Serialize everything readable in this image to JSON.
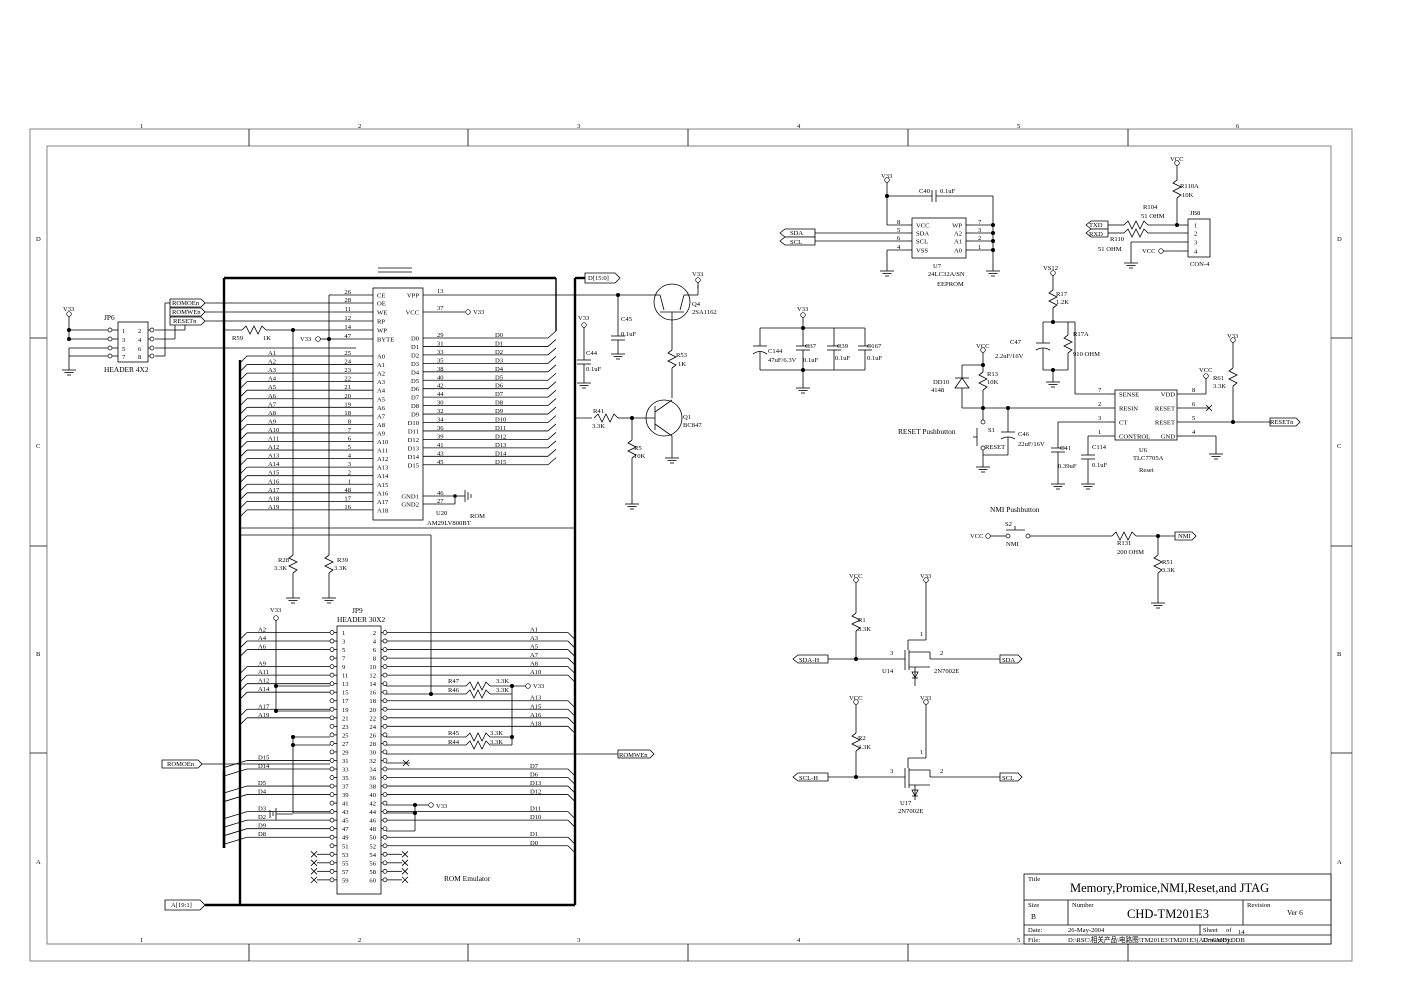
{
  "grid": {
    "cols": [
      "1",
      "2",
      "3",
      "4",
      "5",
      "6"
    ],
    "rows": [
      "D",
      "C",
      "B",
      "A"
    ]
  },
  "title_block": {
    "title_label": "Title",
    "title": "Memory,Promice,NMI,Reset,and JTAG",
    "size_label": "Size",
    "size": "B",
    "number_label": "Number",
    "number": "CHD-TM201E3",
    "revision_label": "Revision",
    "revision": "Ver 6",
    "date_label": "Date:",
    "date": "26-May-2004",
    "sheet_label": "Sheet",
    "sheet_of": "of",
    "sheet_total": "14",
    "file_label": "File:",
    "file": "D:\\RSC\\相关产品\\电路图\\TM201E3\\TM201E3(AU+CMO).DDB",
    "drawn_by": "Drawn By:"
  },
  "nets": {
    "d_bus": "D[15:0]",
    "a_bus": "A[19:1]",
    "v33": "V33",
    "vcc": "VCC",
    "vs12": "VS12",
    "romoen": "ROMOEn",
    "romwen": "ROMWEn",
    "resetn": "RESETn",
    "nmi": "NMI",
    "sda": "SDA",
    "scl": "SCL",
    "sda_h": "SDA-H",
    "scl_h": "SCL-H",
    "txd": "TXD",
    "rxd": "RXD"
  },
  "jp6": {
    "ref": "JP6",
    "value": "HEADER 4X2",
    "pins_left": [
      "1",
      "3",
      "5",
      "7"
    ],
    "pins_right": [
      "2",
      "4",
      "6",
      "8"
    ]
  },
  "r59": {
    "ref": "R59",
    "value": "1K"
  },
  "rom": {
    "ref": "U20",
    "value": "AM29LV800BT",
    "label": "ROM",
    "ctrl": [
      {
        "num": "26",
        "name": "CE"
      },
      {
        "num": "28",
        "name": "OE"
      },
      {
        "num": "11",
        "name": "WE"
      },
      {
        "num": "12",
        "name": "RP"
      },
      {
        "num": "14",
        "name": "WP"
      },
      {
        "num": "47",
        "name": "BYTE"
      }
    ],
    "addr": [
      {
        "num": "25",
        "name": "A0",
        "net": "A1"
      },
      {
        "num": "24",
        "name": "A1",
        "net": "A2"
      },
      {
        "num": "23",
        "name": "A2",
        "net": "A3"
      },
      {
        "num": "22",
        "name": "A3",
        "net": "A4"
      },
      {
        "num": "21",
        "name": "A4",
        "net": "A5"
      },
      {
        "num": "20",
        "name": "A5",
        "net": "A6"
      },
      {
        "num": "19",
        "name": "A6",
        "net": "A7"
      },
      {
        "num": "18",
        "name": "A7",
        "net": "A8"
      },
      {
        "num": "8",
        "name": "A8",
        "net": "A9"
      },
      {
        "num": "7",
        "name": "A9",
        "net": "A10"
      },
      {
        "num": "6",
        "name": "A10",
        "net": "A11"
      },
      {
        "num": "5",
        "name": "A11",
        "net": "A12"
      },
      {
        "num": "4",
        "name": "A12",
        "net": "A13"
      },
      {
        "num": "3",
        "name": "A13",
        "net": "A14"
      },
      {
        "num": "2",
        "name": "A14",
        "net": "A15"
      },
      {
        "num": "1",
        "name": "A15",
        "net": "A16"
      },
      {
        "num": "48",
        "name": "A16",
        "net": "A17"
      },
      {
        "num": "17",
        "name": "A17",
        "net": "A18"
      },
      {
        "num": "16",
        "name": "A18",
        "net": "A19"
      }
    ],
    "power": [
      {
        "num": "13",
        "name": "VPP",
        "net": ""
      },
      {
        "num": "37",
        "name": "VCC",
        "net": "V33"
      }
    ],
    "data": [
      {
        "num": "29",
        "name": "D0",
        "net": "D0"
      },
      {
        "num": "31",
        "name": "D1",
        "net": "D1"
      },
      {
        "num": "33",
        "name": "D2",
        "net": "D2"
      },
      {
        "num": "35",
        "name": "D3",
        "net": "D3"
      },
      {
        "num": "38",
        "name": "D4",
        "net": "D4"
      },
      {
        "num": "40",
        "name": "D5",
        "net": "D5"
      },
      {
        "num": "42",
        "name": "D6",
        "net": "D6"
      },
      {
        "num": "44",
        "name": "D7",
        "net": "D7"
      },
      {
        "num": "30",
        "name": "D8",
        "net": "D8"
      },
      {
        "num": "32",
        "name": "D9",
        "net": "D9"
      },
      {
        "num": "34",
        "name": "D10",
        "net": "D10"
      },
      {
        "num": "36",
        "name": "D11",
        "net": "D11"
      },
      {
        "num": "39",
        "name": "D12",
        "net": "D12"
      },
      {
        "num": "41",
        "name": "D13",
        "net": "D13"
      },
      {
        "num": "43",
        "name": "D14",
        "net": "D14"
      },
      {
        "num": "45",
        "name": "D15",
        "net": "D15"
      }
    ],
    "gnd": [
      {
        "num": "46",
        "name": "GND1"
      },
      {
        "num": "27",
        "name": "GND2"
      }
    ]
  },
  "r28": {
    "ref": "R28",
    "value": "3.3K"
  },
  "r39": {
    "ref": "R39",
    "value": "3.3K"
  },
  "jp9": {
    "ref": "JP9",
    "value": "HEADER 30X2",
    "label": "ROM Emulator",
    "left_nets": [
      "A2",
      "A4",
      "A6",
      "",
      "A9",
      "A11",
      "A12",
      "A14",
      "",
      "A17",
      "A19",
      "",
      "",
      "",
      "",
      "D15",
      "D14",
      "",
      "D5",
      "D4",
      "",
      "D3",
      "D2",
      "D9",
      "D8",
      "",
      "",
      "",
      "",
      ""
    ],
    "right_nets": [
      "A1",
      "A3",
      "A5",
      "A7",
      "A8",
      "A10",
      "",
      "",
      "A13",
      "A15",
      "A16",
      "A18",
      "",
      "",
      "",
      "",
      "D7",
      "D6",
      "D13",
      "D12",
      "",
      "D11",
      "D10",
      "",
      "D1",
      "D0",
      "",
      "",
      "",
      ""
    ]
  },
  "r47": {
    "ref": "R47",
    "value": "3.3K"
  },
  "r46": {
    "ref": "R46",
    "value": "3.3K"
  },
  "r45": {
    "ref": "R45",
    "value": "3.3K"
  },
  "r44": {
    "ref": "R44",
    "value": "3.3K"
  },
  "q4": {
    "ref": "Q4",
    "value": "2SA1162"
  },
  "q1": {
    "ref": "Q1",
    "value": "BC847"
  },
  "r53": {
    "ref": "R53",
    "value": "1K"
  },
  "r41": {
    "ref": "R41",
    "value": "3.3K"
  },
  "r5": {
    "ref": "R5",
    "value": "10K"
  },
  "c45": {
    "ref": "C45",
    "value": "0.1uF"
  },
  "c44": {
    "ref": "C44",
    "value": "0.1uF"
  },
  "c144": {
    "ref": "C144",
    "value": "47uF/6.3V"
  },
  "c37": {
    "ref": "C37",
    "value": "0.1uF"
  },
  "c39": {
    "ref": "C39",
    "value": "0.1uF"
  },
  "c167": {
    "ref": "C167",
    "value": "0.1uF"
  },
  "eeprom": {
    "ref": "U7",
    "value": "24LC32A/SN",
    "label": "EEPROM",
    "left": [
      {
        "num": "8",
        "name": "VCC"
      },
      {
        "num": "5",
        "name": "SDA"
      },
      {
        "num": "6",
        "name": "SCL"
      },
      {
        "num": "4",
        "name": "VSS"
      }
    ],
    "right": [
      {
        "num": "7",
        "name": "WP"
      },
      {
        "num": "3",
        "name": "A2"
      },
      {
        "num": "2",
        "name": "A1"
      },
      {
        "num": "1",
        "name": "A0"
      }
    ]
  },
  "c40": {
    "ref": "C40",
    "value": "0.1uF"
  },
  "jb8": {
    "ref": "JB8",
    "value": "CON-4",
    "pins": [
      "1",
      "2",
      "3",
      "4"
    ]
  },
  "r110a": {
    "ref": "R110A",
    "value": "10K"
  },
  "r104": {
    "ref": "R104",
    "value": "51 OHM"
  },
  "r110": {
    "ref": "R110",
    "value": "51 OHM"
  },
  "r17": {
    "ref": "R17",
    "value": "1.2K"
  },
  "r17a": {
    "ref": "R17A",
    "value": "910 OHM"
  },
  "c47": {
    "ref": "C47",
    "value": "2.2uF/16V"
  },
  "dd10": {
    "ref": "DD10",
    "value": "4148"
  },
  "r13": {
    "ref": "R13",
    "value": "10K"
  },
  "s1": {
    "ref": "S1",
    "value": "RESET",
    "label": "RESET Pushbutton"
  },
  "c46": {
    "ref": "C46",
    "value": "22uF/16V"
  },
  "c41": {
    "ref": "C41",
    "value": "0.39uF"
  },
  "c114": {
    "ref": "C114",
    "value": "0.1uF"
  },
  "u6": {
    "ref": "U6",
    "value": "TLC7705A",
    "label": "Reset",
    "left": [
      {
        "num": "7",
        "name": "SENSE"
      },
      {
        "num": "2",
        "name": "RESIN"
      },
      {
        "num": "3",
        "name": "CT"
      },
      {
        "num": "1",
        "name": "CONTROL"
      }
    ],
    "right": [
      {
        "num": "8",
        "name": "VDD"
      },
      {
        "num": "6",
        "name": "RESET"
      },
      {
        "num": "5",
        "name": "RESET"
      },
      {
        "num": "4",
        "name": "GND"
      }
    ]
  },
  "r61": {
    "ref": "R61",
    "value": "3.3K"
  },
  "s2": {
    "ref": "S2",
    "value": "NMI",
    "label": "NMI Pushbutton"
  },
  "r131": {
    "ref": "R131",
    "value": "200 OHM"
  },
  "r51": {
    "ref": "R51",
    "value": "3.3K"
  },
  "r1": {
    "ref": "R1",
    "value": "3.3K"
  },
  "u14": {
    "ref": "U14",
    "value": "2N7002E"
  },
  "r2": {
    "ref": "R2",
    "value": "3.3K"
  },
  "u17": {
    "ref": "U17",
    "value": "2N7002E"
  }
}
